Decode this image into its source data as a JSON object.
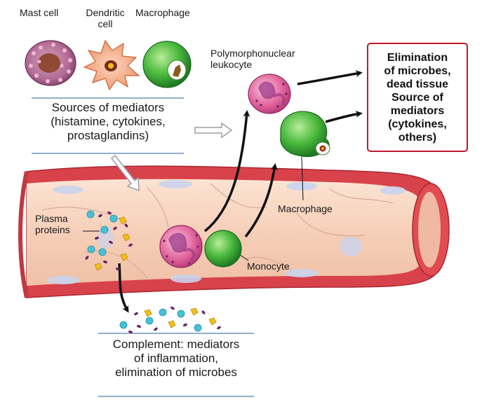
{
  "labels": {
    "mast_cell": "Mast cell",
    "dendritic_cell": "Dendritic\ncell",
    "macrophage_top": "Macrophage",
    "pmn": "Polymorphonuclear\nleukocyte",
    "sources": "Sources of mediators\n(histamine, cytokines,\nprostaglandins)",
    "plasma_proteins": "Plasma\nproteins",
    "macrophage_tissue": "Macrophage",
    "monocyte": "Monocyte",
    "complement": "Complement: mediators\nof inflammation,\nelimination of microbes",
    "elimination": "Elimination\nof microbes,\ndead tissue\nSource of\nmediators\n(cytokines,\nothers)"
  },
  "colors": {
    "vessel_wall": "#d8424a",
    "vessel_lumen": "#f8d6c4",
    "callout_border": "#c0182f",
    "box_rule": "#8fb0cf",
    "pmn_cell": "#e56aa0",
    "macrophage_cell": "#3fae3b",
    "mast_cell": "#a0507a",
    "dendritic_cell": "#f0a07a",
    "protein_cyan": "#44c3d6",
    "protein_yellow": "#f2c018",
    "protein_purple": "#6e2160"
  }
}
